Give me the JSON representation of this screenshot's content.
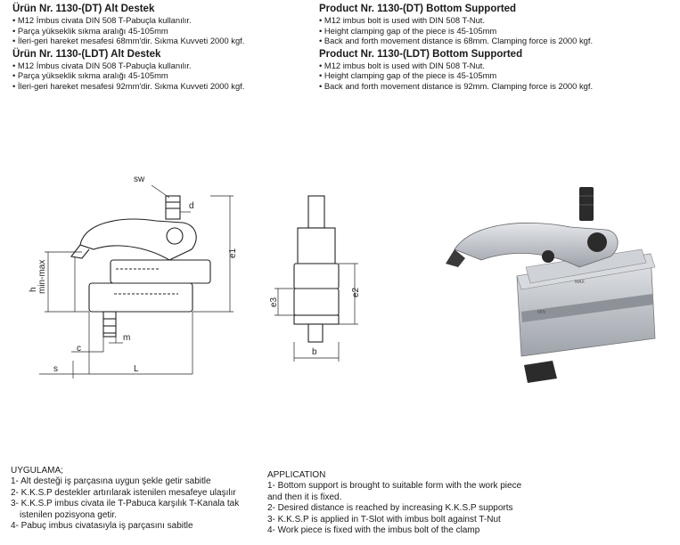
{
  "turkish": {
    "dt": {
      "title": "Ürün Nr. 1130-(DT) Alt Destek",
      "lines": [
        "• M12 İmbus civata DIN 508 T-Pabuçla kullanılır.",
        "• Parça yükseklik sıkma aralığı 45-105mm",
        "• İleri-geri hareket mesafesi 68mm'dir. Sıkma Kuvveti 2000 kgf."
      ]
    },
    "ldt": {
      "title": "Ürün Nr. 1130-(LDT) Alt Destek",
      "lines": [
        "• M12 İmbus civata DIN 508 T-Pabuçla kullanılır.",
        "• Parça yükseklik sıkma aralığı 45-105mm",
        "• İleri-geri hareket mesafesi 92mm'dir. Sıkma Kuvveti 2000 kgf."
      ]
    }
  },
  "english": {
    "dt": {
      "title": "Product Nr. 1130-(DT) Bottom Supported",
      "lines": [
        "• M12 imbus bolt is used with DIN 508 T-Nut.",
        "• Height clamping gap of the piece is 45-105mm",
        "• Back and forth movement distance is 68mm. Clamping force is 2000 kgf."
      ]
    },
    "ldt": {
      "title": "Product Nr. 1130-(LDT) Bottom Supported",
      "lines": [
        "• M12 imbus bolt is used with DIN 508 T-Nut.",
        "• Height clamping gap of the piece is 45-105mm",
        "• Back and forth movement distance is 92mm. Clamping force is 2000 kgf."
      ]
    }
  },
  "drawing_labels": {
    "sw": "sw",
    "d": "d",
    "e1": "e1",
    "h": "h",
    "min_max": "min-max",
    "c": "c",
    "m": "m",
    "s": "s",
    "L": "L",
    "e2": "e2",
    "e3": "e3",
    "b": "b"
  },
  "photo_engravings": {
    "max": "MAX",
    "min": "MIN"
  },
  "uygulama": {
    "title": "UYGULAMA;",
    "lines": [
      "1- Alt desteği iş parçasına uygun şekle getir sabitle",
      "2- K.K.S.P destekler artırılarak istenilen mesafeye ulaşılır",
      "3- K.K.S.P imbus civata ile T-Pabuca karşılık T-Kanala tak",
      "istenilen pozisyona getir.",
      "4- Pabuç imbus civatasıyla iş parçasını sabitle"
    ]
  },
  "application": {
    "title": "APPLICATION",
    "lines": [
      "1- Bottom support is brought to suitable form with the work piece",
      "and then it is fixed.",
      "2- Desired distance is reached by increasing K.K.S.P supports",
      "3- K.K.S.P  is applied in T-Slot with imbus bolt against T-Nut",
      "4- Work piece is fixed with the imbus bolt of the clamp"
    ]
  },
  "colors": {
    "text": "#1a1a1a",
    "line": "#222222",
    "steel": "#b8bcc2",
    "dark": "#2b2b2b"
  }
}
